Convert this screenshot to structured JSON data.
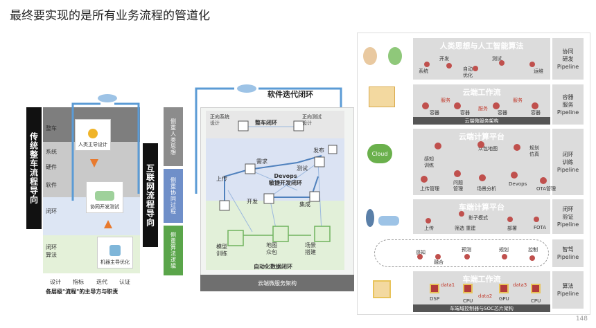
{
  "title": "最终要实现的是所有业务流程的管道化",
  "page_number": "148",
  "left": {
    "vertical_title": "传统整车流程导向",
    "rows": [
      "整车",
      "系统",
      "硬件",
      "软件",
      "闭环",
      "闭环算法"
    ],
    "cards": [
      "人类主导设计",
      "协同开发测试",
      "机器主导优化"
    ],
    "x_labels": [
      "设计",
      "指标",
      "迭代",
      "认证"
    ],
    "caption": "各层级\"流程\"的主导方与职责",
    "right_vertical": "互联网流程导向",
    "focus": [
      {
        "label": "侧重人类思想",
        "color": "#8c8c8c"
      },
      {
        "label": "侧重协同过程",
        "color": "#6f8fc9"
      },
      {
        "label": "侧重算法逻辑",
        "color": "#5aa54a"
      }
    ]
  },
  "middle": {
    "title": "软件迭代闭环",
    "nodes": {
      "forward_system": "正向系统\n设计",
      "vehicle_loop": "整车闭环",
      "forward_test": "正向测试\n设计",
      "requirement": "需求",
      "release": "发布",
      "launch": "上传",
      "test": "测试",
      "devops": "Devops\n敏捷开发闭环",
      "develop": "开发",
      "integrate": "集成",
      "model_train": "模型\n训练",
      "map_crowd": "地图\n众包",
      "scene_build": "场景\n搭建",
      "auto_data": "自动化数据闭环"
    },
    "footer": "云端微服务架构"
  },
  "right": {
    "sections": [
      {
        "title": "人类思想与人工智能算法",
        "pipeline": "协同\n研发\nPipeline",
        "labels": [
          "开发",
          "测试",
          "系统",
          "自动\n优化",
          "运维"
        ]
      },
      {
        "title": "云端工作流",
        "pipeline": "容器\n服务\nPipeline",
        "labels": [
          "服务",
          "服务",
          "服务",
          "容器",
          "容器",
          "容器",
          "容器"
        ],
        "bar": "云端微服务架构"
      },
      {
        "title": "云端计算平台",
        "pipeline": "闭环\n训练\nPipeline",
        "labels": [
          "众包地图",
          "感知\n训练",
          "规划\n仿真",
          "上传管理",
          "问题\n管理",
          "场景分析",
          "Devops",
          "OTA管理"
        ]
      },
      {
        "title": "车端计算平台",
        "pipeline": "闭环\n验证\nPipeline",
        "labels": [
          "影子模式",
          "上传",
          "筛选 重建",
          "部署",
          "FOTA"
        ]
      },
      {
        "title": "",
        "pipeline": "智驾\nPipeline",
        "labels": [
          "感知",
          "预测",
          "规划",
          "控制",
          "融合"
        ]
      },
      {
        "title": "车端工作流",
        "pipeline": "算法\nPipeline",
        "labels": [
          "data1",
          "data2",
          "data3",
          "DSP",
          "CPU",
          "GPU",
          "CPU"
        ],
        "bar": "车端域控制器与SOC芯片架构"
      }
    ],
    "cloud_label": "Cloud"
  }
}
